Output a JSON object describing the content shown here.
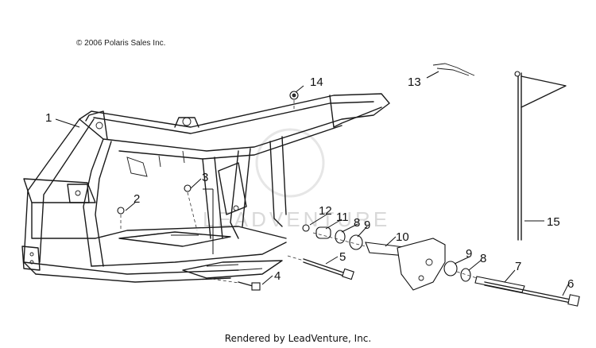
{
  "copyright": "© 2006 Polaris Sales Inc.",
  "footer": "Rendered by LeadVenture, Inc.",
  "watermark": "LEADVENTURE",
  "callouts": [
    "1",
    "2",
    "3",
    "4",
    "5",
    "6",
    "7",
    "8",
    "9",
    "10",
    "11",
    "12",
    "13",
    "14",
    "15",
    "8",
    "9"
  ]
}
